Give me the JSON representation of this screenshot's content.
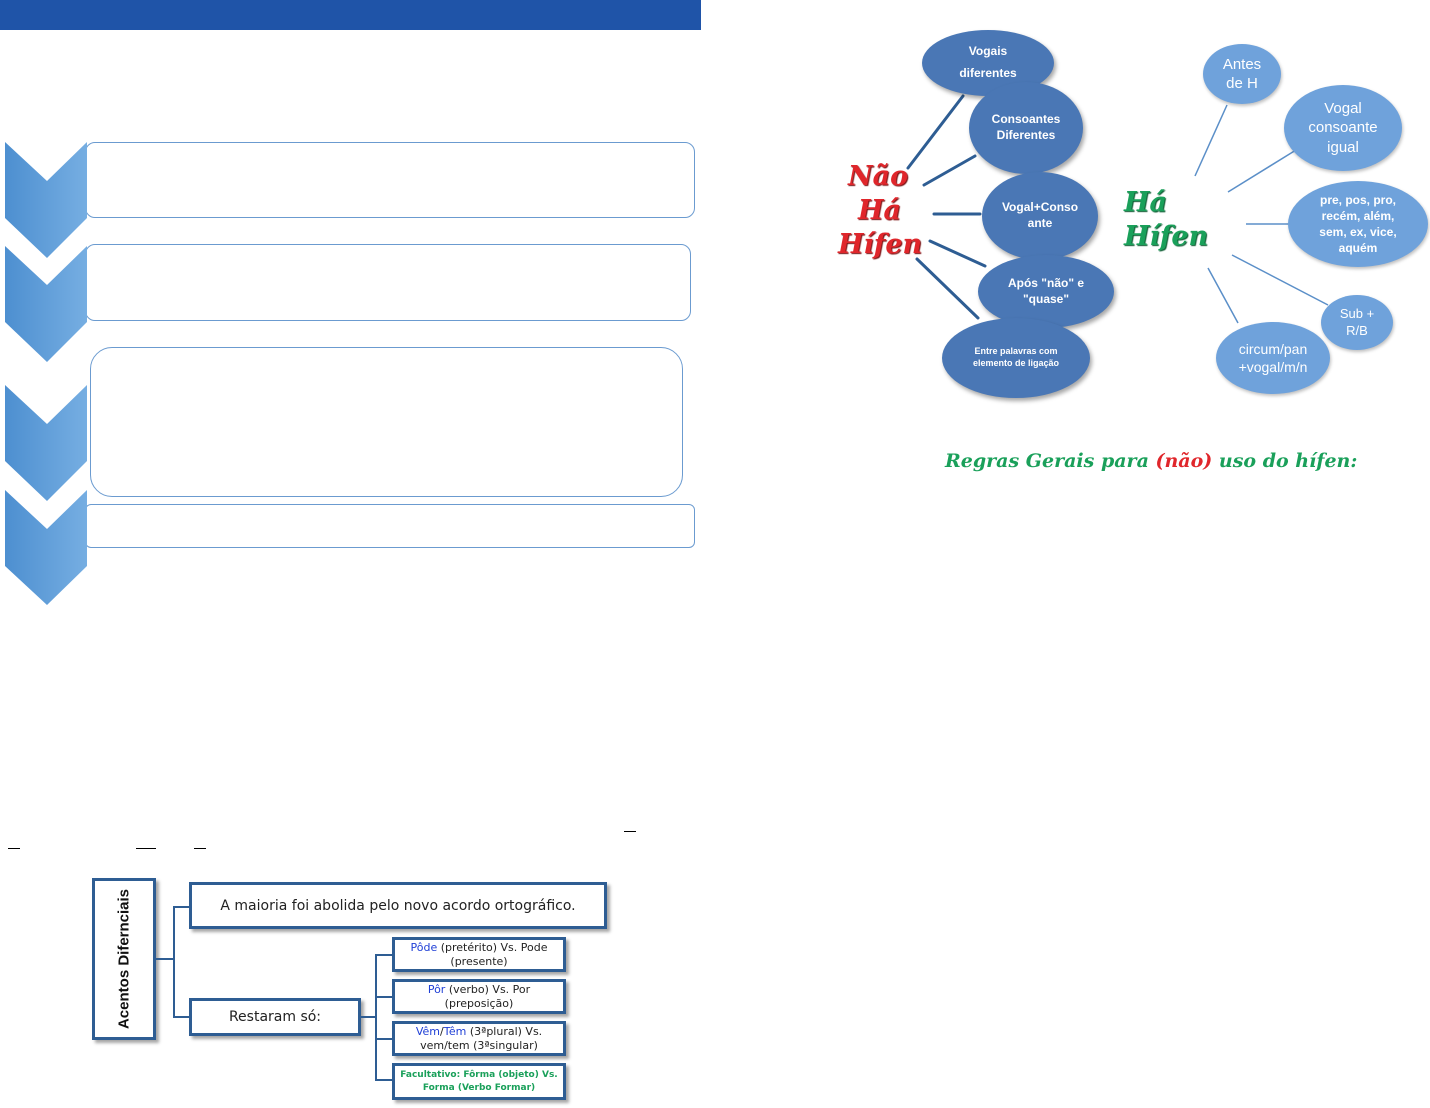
{
  "left_panel": {
    "chevron_steps": 4
  },
  "hifen_map": {
    "nao_ha": {
      "line1": "Não",
      "line2": "Há",
      "line3": "Hífen"
    },
    "ha": {
      "line1": "Há",
      "line2": "Hífen"
    },
    "nao_items": {
      "vogais_l1": "Vogais",
      "vogais_l2": "diferentes",
      "consoantes": "Consoantes Diferentes",
      "vogal_conso_l1": "Vogal+Conso",
      "vogal_conso_l2": "ante",
      "apos_l1": "Após \"não\" e",
      "apos_l2": "\"quase\"",
      "entre_l1": "Entre palavras com",
      "entre_l2": "elemento de ligação"
    },
    "ha_items": {
      "antes_l1": "Antes",
      "antes_l2": "de H",
      "vogal_l1": "Vogal",
      "vogal_l2": "consoante",
      "vogal_l3": "igual",
      "pre_l1": "pre, pos, pro,",
      "pre_l2": "recém, além,",
      "pre_l3": "sem, ex, vice,",
      "pre_l4": "aquém",
      "sub_l1": "Sub +",
      "sub_l2": "R/B",
      "circum_l1": "circum/pan",
      "circum_l2": "+vogal/m/n"
    },
    "title": {
      "before": "Regras Gerais para ",
      "paren": "(não)",
      "after": " uso do hífen:"
    }
  },
  "acentos": {
    "root": "Acentos Difernciais",
    "abolida": "A maioria foi abolida pelo novo acordo ortográfico.",
    "restaram": "Restaram só:",
    "pode": {
      "accent": "Pôde",
      "rest": " (pretérito) Vs. Pode (presente)"
    },
    "por": {
      "accent": "Pôr",
      "rest": " (verbo) Vs. Por (preposição)"
    },
    "vem": {
      "accent1": "Vêm",
      "sep": "/",
      "accent2": "Têm",
      "rest": " (3ªplural) Vs. vem/tem (3ªsingular)"
    },
    "forma": "Facultativo: Fôrma (objeto) Vs. Forma (Verbo Formar)"
  },
  "colors": {
    "banner": "#1f54a8",
    "chevron": "#5b9bd5",
    "red": "#e0262b",
    "green": "#1aa05a"
  }
}
